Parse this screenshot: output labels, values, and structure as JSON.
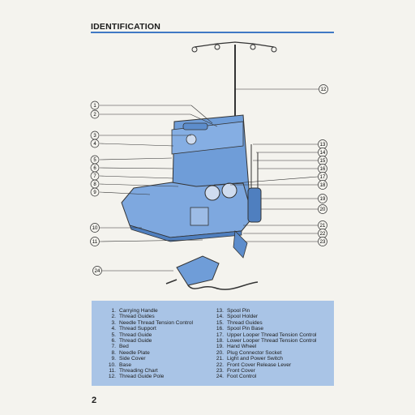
{
  "heading": "IDENTIFICATION",
  "page_number": "2",
  "callouts": {
    "c1": "1",
    "c2": "2",
    "c3": "3",
    "c4": "4",
    "c5": "5",
    "c6": "6",
    "c7": "7",
    "c8": "8",
    "c9": "9",
    "c10": "10",
    "c11": "11",
    "c12": "12",
    "c13": "13",
    "c14": "14",
    "c15": "15",
    "c16": "16",
    "c17": "17",
    "c18": "18",
    "c19": "19",
    "c20": "20",
    "c21": "21",
    "c22": "22",
    "c23": "23",
    "c24": "24"
  },
  "legend_left": [
    {
      "num": "1.",
      "label": "Carrying Handle"
    },
    {
      "num": "2.",
      "label": "Thread Guides"
    },
    {
      "num": "3.",
      "label": "Needle Thread Tension Control"
    },
    {
      "num": "4.",
      "label": "Thread Support"
    },
    {
      "num": "5.",
      "label": "Thread Guide"
    },
    {
      "num": "6.",
      "label": "Thread Guide"
    },
    {
      "num": "7.",
      "label": "Bed"
    },
    {
      "num": "8.",
      "label": "Needle Plate"
    },
    {
      "num": "9.",
      "label": "Side Cover"
    },
    {
      "num": "10.",
      "label": "Base"
    },
    {
      "num": "11.",
      "label": "Threading Chart"
    },
    {
      "num": "12.",
      "label": "Thread Guide Pole"
    }
  ],
  "legend_right": [
    {
      "num": "13.",
      "label": "Spool Pin"
    },
    {
      "num": "14.",
      "label": "Spool Holder"
    },
    {
      "num": "15.",
      "label": "Thread Guides"
    },
    {
      "num": "16.",
      "label": "Spool Pin Base"
    },
    {
      "num": "17.",
      "label": "Upper Looper Thread Tension Control"
    },
    {
      "num": "18.",
      "label": "Lower Looper Thread Tension Control"
    },
    {
      "num": "19.",
      "label": "Hand Wheel"
    },
    {
      "num": "20.",
      "label": "Plug Connector Socket"
    },
    {
      "num": "21.",
      "label": "Light and Power Switch"
    },
    {
      "num": "22.",
      "label": "Front Cover Release Lever"
    },
    {
      "num": "23.",
      "label": "Front Cover"
    },
    {
      "num": "24.",
      "label": "Foot Control"
    }
  ]
}
